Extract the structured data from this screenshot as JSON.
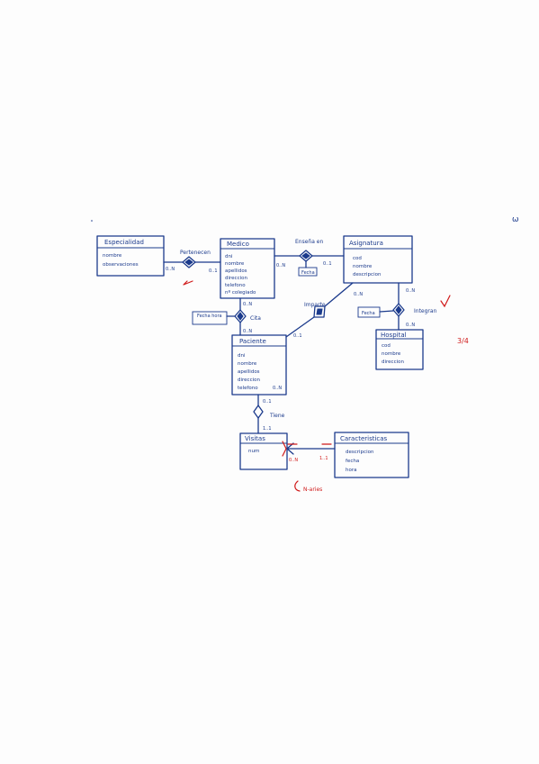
{
  "page_mark": "ω",
  "entities": {
    "especialidad": {
      "title": "Especialidad",
      "attrs": [
        "nombre",
        "observaciones"
      ]
    },
    "medico": {
      "title": "Medico",
      "attrs": [
        "dni",
        "nombre",
        "apellidos",
        "direccion",
        "telefono",
        "nº colegiado"
      ]
    },
    "asignatura": {
      "title": "Asignatura",
      "attrs": [
        "cod",
        "nombre",
        "descripcion"
      ]
    },
    "paciente": {
      "title": "Paciente",
      "attrs": [
        "dni",
        "nombre",
        "apellidos",
        "direccion",
        "telefono"
      ]
    },
    "hospital": {
      "title": "Hospital",
      "attrs": [
        "cod",
        "nombre",
        "direccion"
      ]
    },
    "visitas": {
      "title": "Visitas",
      "attrs": [
        "num"
      ]
    },
    "caracteristicas": {
      "title": "Caracteristicas",
      "attrs": [
        "descripcion",
        "fecha",
        "hora"
      ]
    }
  },
  "relationships": {
    "pertenecen": "Pertenecen",
    "ensena": "Enseña en",
    "cita": "Cita",
    "imparte": "Imparte",
    "integran": "Integran",
    "tiene": "Tiene"
  },
  "attribute_tags": {
    "fecha": "Fecha",
    "fecha_hora": "Fecha hora",
    "fecha_small": "Fecha"
  },
  "cardinalities": {
    "esp_on": "0..N",
    "med_pertenecen": "0..1",
    "med_ensena": "0..N",
    "asig_ensena": "0..1",
    "med_cita": "0..N",
    "pac_cita": "0..N",
    "asig_imparte": "0..N",
    "pac_imparte": "0..1",
    "asig_integran": "0..N",
    "hosp_integran": "0..N",
    "pac_tiene": "0..1",
    "vis_tiene": "1..1",
    "vis_car": "0..N",
    "car_vis": "1..1",
    "pac_tel": "0..N"
  },
  "annotations": {
    "grade": "3/4",
    "n_aries": "N-aries"
  },
  "colors": {
    "ink": "#1b3a8c",
    "marking": "#d01a1a"
  }
}
